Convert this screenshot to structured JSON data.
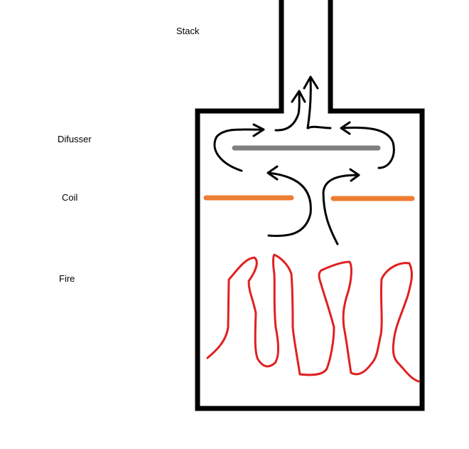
{
  "labels": {
    "stack": "Stack",
    "diffuser": "Difusser",
    "coil": "Coil",
    "fire": "Fire"
  },
  "colors": {
    "outline": "#000000",
    "diffuser_plate": "#808080",
    "coil": "#ed7d31",
    "fire": "#e02020",
    "background": "#ffffff"
  }
}
